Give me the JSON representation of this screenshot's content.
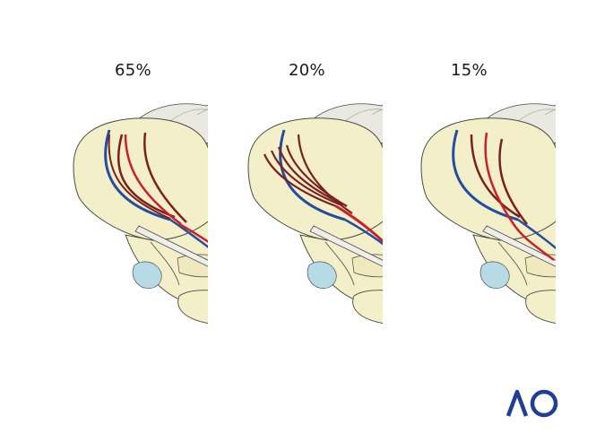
{
  "panels": [
    {
      "label": "65%",
      "variant": "branched"
    },
    {
      "label": "20%",
      "variant": "common-trunk"
    },
    {
      "label": "15%",
      "variant": "separate-origin"
    }
  ],
  "logo": {
    "text": "AO"
  },
  "colors": {
    "artery": "#c8212b",
    "vein": "#234d9e",
    "bone": "#f3efc8",
    "ligament": "#e9e9e1",
    "outline": "#4a4a4a",
    "accent_blue": "#b7dbe6",
    "logo": "#1f3f94"
  }
}
